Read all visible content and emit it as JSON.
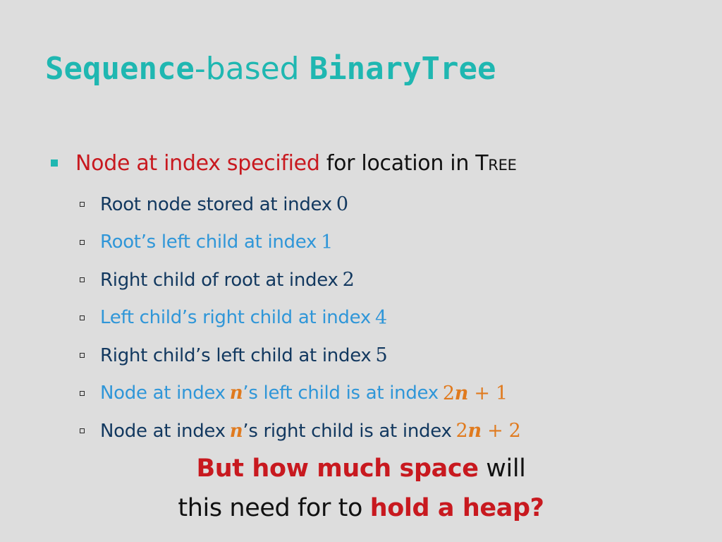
{
  "title": {
    "part1": "Sequence",
    "part2": "-based ",
    "part3": "BinaryTree"
  },
  "main_bullet": {
    "highlight": "Node at index specified",
    "rest": " for location in ",
    "tree_word": "Tree"
  },
  "sub_bullets": [
    {
      "text": "Root node stored at index",
      "value": "0"
    },
    {
      "text": "Root’s left child at index",
      "value": "1"
    },
    {
      "text": "Right child of root at index",
      "value": "2"
    },
    {
      "text": "Left child’s right child at index",
      "value": "4"
    },
    {
      "text": "Right child’s left child at index",
      "value": "5"
    },
    {
      "prefix": "Node at index",
      "var": "n",
      "mid": "’s left child is at index",
      "formula_num": "2",
      "formula_var": "n",
      "formula_rest": " + 1"
    },
    {
      "prefix": "Node at index",
      "var": "n",
      "mid": "’s right child is at index",
      "formula_num": "2",
      "formula_var": "n",
      "formula_rest": " + 2"
    }
  ],
  "closing": {
    "line1_red": "But how much space",
    "line1_rest": " will",
    "line2_start": "this need for to ",
    "line2_red": "hold a heap?"
  },
  "colors": {
    "background": "#dddddd",
    "title": "#1fb7b1",
    "red": "#c8191f",
    "dark_blue": "#12385f",
    "light_blue": "#2f96d8",
    "orange": "#e07a1e"
  }
}
